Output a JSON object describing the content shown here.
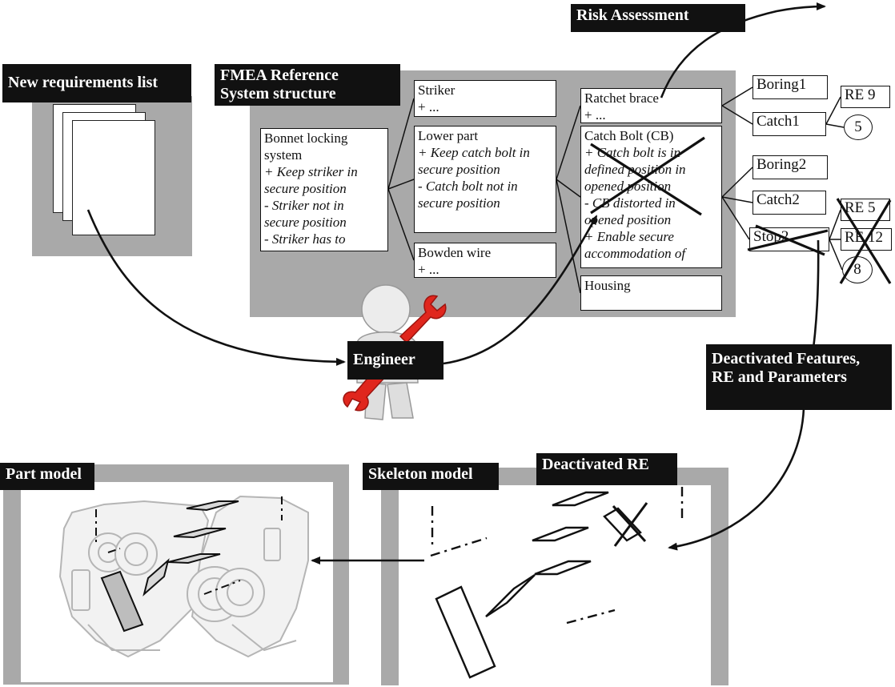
{
  "labels": {
    "risk_assessment": "Risk Assessment",
    "new_requirements": "New requirements list",
    "fmea": "FMEA Reference\nSystem structure",
    "engineer": "Engineer",
    "deactivated_features": "Deactivated Features,\nRE and Parameters",
    "part_model": "Part model",
    "skeleton_model": "Skeleton model",
    "deactivated_re": "Deactivated RE"
  },
  "fmea": {
    "bonnet": {
      "title": "Bonnet locking\n system",
      "body": "+ Keep striker in\n  secure position\n  - Striker not in\n  secure position\n  - Striker has to"
    },
    "striker": {
      "title": "Striker",
      "body": "+  ..."
    },
    "lower_part": {
      "title": "Lower part",
      "body": "+  Keep catch bolt in\nsecure position\n - Catch bolt not in\nsecure position"
    },
    "bowden": {
      "title": "Bowden wire",
      "body": "+  ..."
    },
    "ratchet": {
      "title": "Ratchet brace",
      "body": "+  ..."
    },
    "catch_bolt": {
      "title": "Catch Bolt (CB)",
      "body": "+ Catch bolt is in\ndefined position in\nopened position\n - CB distorted in\nopened position\n+ Enable secure\naccommodation of"
    },
    "housing": {
      "title": "Housing"
    }
  },
  "features": {
    "boring1": "Boring1",
    "catch1": "Catch1",
    "re9": "RE 9",
    "circle5": "5",
    "boring2": "Boring2",
    "catch2": "Catch2",
    "stop2": "Stop2",
    "re5": "RE 5",
    "re12": "RE 12",
    "circle8": "8"
  }
}
